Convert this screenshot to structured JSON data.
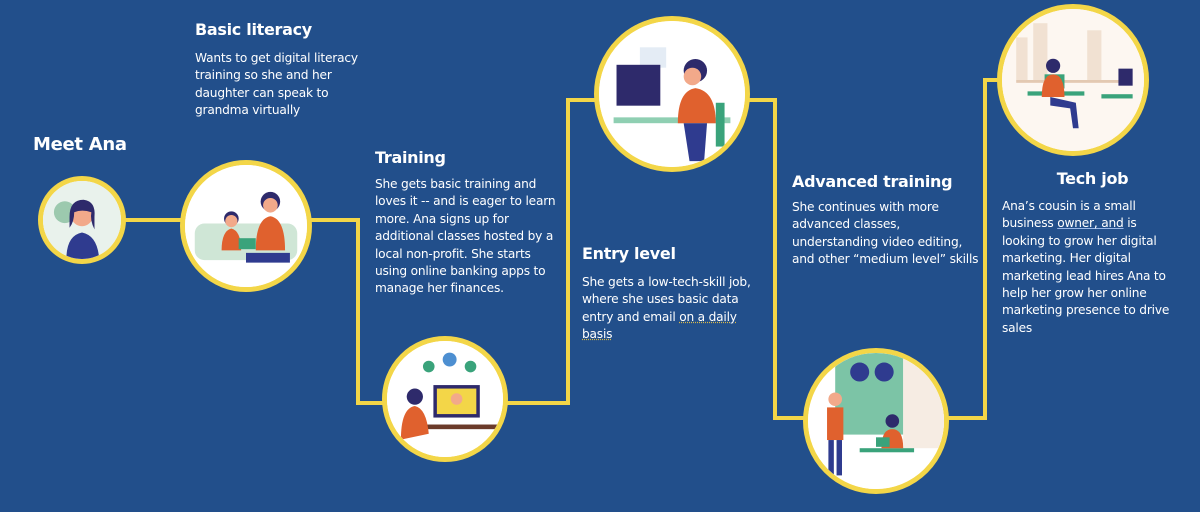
{
  "stages": [
    {
      "title": "Meet Ana",
      "body": ""
    },
    {
      "title": "Basic literacy",
      "body": "Wants to get digital literacy training so she and her daughter can speak to grandma virtually"
    },
    {
      "title": "Training",
      "body": "She gets basic  training and loves it -- and is eager to learn more.  Ana signs up for additional classes hosted by a local non-profit.  She starts using online banking apps to manage her finances."
    },
    {
      "title": "Entry level",
      "body_a": "She gets a low-tech-skill job, where she uses basic data entry and email ",
      "body_b": "on a daily basis"
    },
    {
      "title": "Advanced training",
      "body": "She continues with more advanced classes, understanding  video editing, and other “medium level” skills"
    },
    {
      "title": "Tech job",
      "body_a": "Ana’s cousin is a small business ",
      "body_b": "owner, and",
      "body_c": " is looking to grow her digital marketing.  Her digital marketing lead hires Ana to help her grow her online marketing presence to drive sales"
    }
  ],
  "colors": {
    "background": "#224f8b",
    "accent": "#f3d648"
  }
}
